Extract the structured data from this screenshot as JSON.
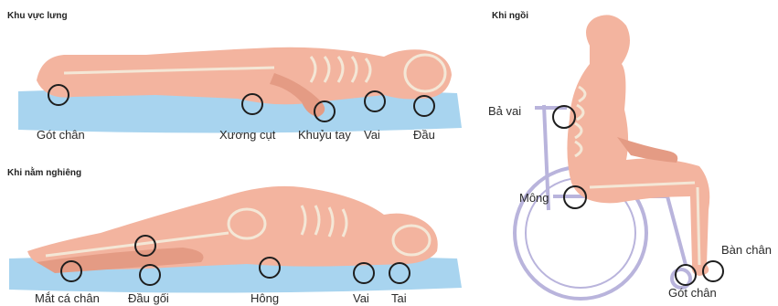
{
  "sections": {
    "supine": {
      "title": "Khu vực lưng",
      "labels": {
        "heel": "Gót chân",
        "tailbone": "Xương cụt",
        "elbow": "Khuỷu tay",
        "shoulder": "Vai",
        "head": "Đầu"
      }
    },
    "side": {
      "title": "Khi nằm nghiêng",
      "labels": {
        "ankle": "Mắt cá chân",
        "knee": "Đầu gối",
        "hip": "Hông",
        "shoulder": "Vai",
        "ear": "Tai"
      }
    },
    "seated": {
      "title": "Khi ngồi",
      "labels": {
        "shoulder_blade": "Bả vai",
        "buttocks": "Mông",
        "foot": "Bàn chân",
        "heel": "Gót chân"
      }
    }
  },
  "colors": {
    "mattress": "#a8d4ef",
    "skin": "#f3b49f",
    "skin_shadow": "#e49b84",
    "bone": "#f4e7d6",
    "wheelchair": "#b9b4dc",
    "marker": "#1e1e1e"
  }
}
